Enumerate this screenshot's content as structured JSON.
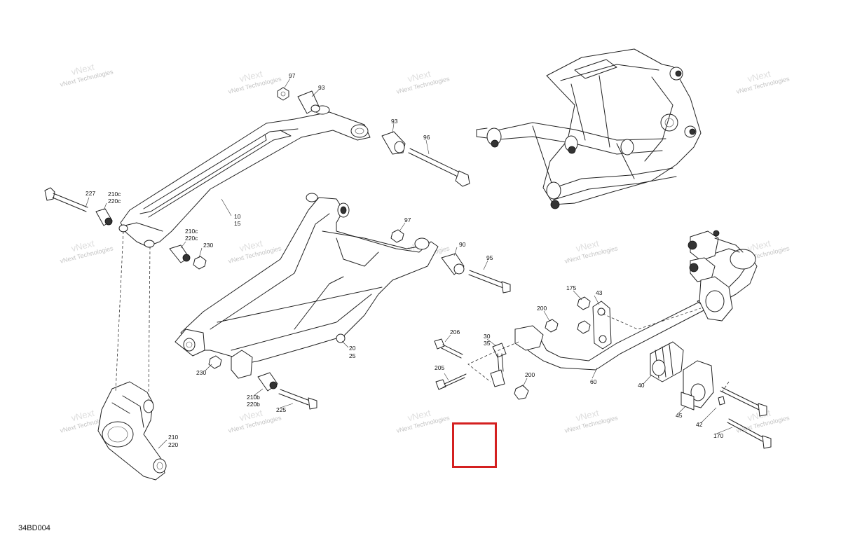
{
  "diagram_code": "34BD004",
  "watermark": {
    "line1": "vNext",
    "line2": "Technologies",
    "full": "vNext Technologies"
  },
  "colors": {
    "highlight": "#d42020",
    "line": "#222222",
    "watermark": "#c4c4c4"
  },
  "labels": {
    "p97a": "97",
    "p93a": "93",
    "p93b": "93",
    "p96": "96",
    "p227": "227",
    "p210c_a": "210c",
    "p220c_a": "220c",
    "p10": "10",
    "p15": "15",
    "p210c_b": "210c",
    "p220c_b": "220c",
    "p230a": "230",
    "p97b": "97",
    "p90": "90",
    "p95": "95",
    "p175": "175",
    "p43": "43",
    "p200a": "200",
    "p206": "206",
    "p30": "30",
    "p35": "35",
    "p205": "205",
    "p200b": "200",
    "p60": "60",
    "p20": "20",
    "p25": "25",
    "p230b": "230",
    "p210b": "210b",
    "p220b": "220b",
    "p225": "225",
    "p210": "210",
    "p220": "220",
    "p40": "40",
    "p45": "45",
    "p42": "42",
    "p170": "170"
  }
}
